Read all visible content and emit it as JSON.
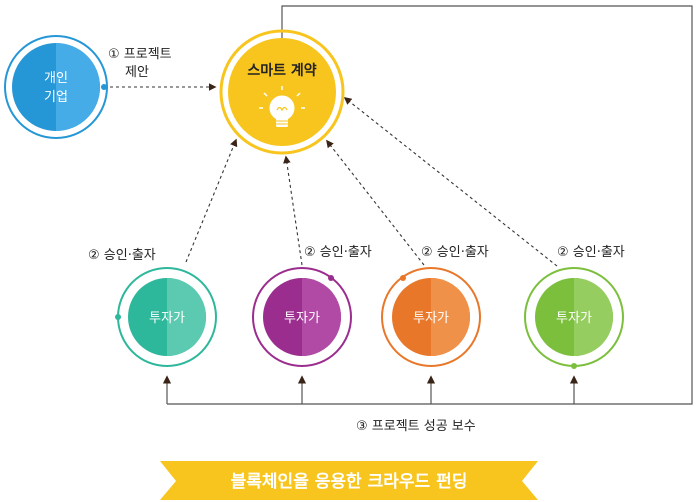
{
  "nodes": {
    "individual_company": {
      "line1": "개인",
      "line2": "기업"
    },
    "smart_contract": {
      "title": "스마트 계약"
    },
    "investors": [
      {
        "label": "투자가",
        "step_label": "② 승인·출자"
      },
      {
        "label": "투자가",
        "step_label": "② 승인·출자"
      },
      {
        "label": "투자가",
        "step_label": "② 승인·출자"
      },
      {
        "label": "투자가",
        "step_label": "② 승인·출자"
      }
    ]
  },
  "steps": {
    "proposal_line1": "① 프로젝트",
    "proposal_line2": "제안",
    "reward": "③ 프로젝트 성공 보수"
  },
  "banner": {
    "title": "블록체인을 응용한 크라우드 펀딩"
  },
  "colors": {
    "company": "#2596d6",
    "smart_contract": "#f7c51e",
    "investor_teal": "#2db79b",
    "investor_purple": "#9b2d8e",
    "investor_orange": "#e8772a",
    "investor_green": "#7bbf3c",
    "banner": "#f7c51e"
  },
  "icons": {
    "smart_contract": "lightbulb-icon"
  }
}
